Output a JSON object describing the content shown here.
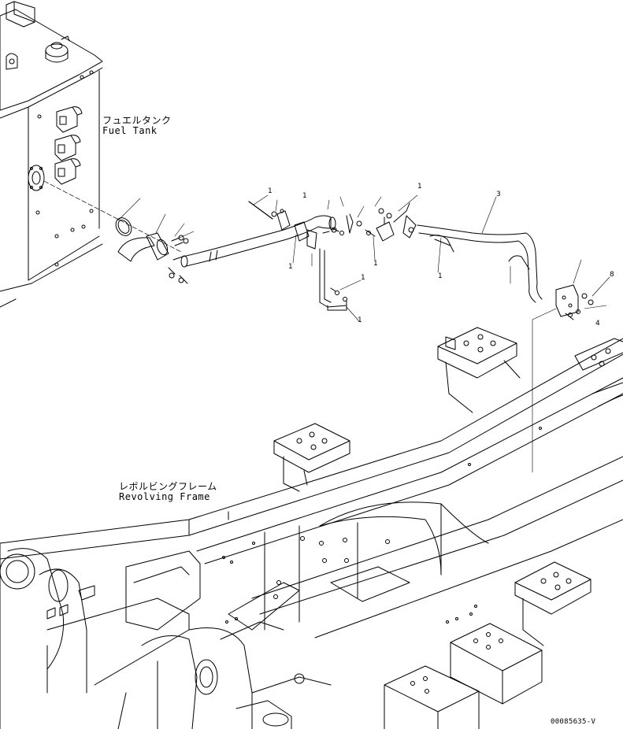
{
  "labels": {
    "fuel_tank_jp": "フュエルタンク",
    "fuel_tank_en": "Fuel Tank",
    "frame_jp": "レボルビングフレーム",
    "frame_en": "Revolving Frame",
    "drawing_number": "00085635-V"
  },
  "callouts": [
    "1",
    "1",
    "1",
    "1",
    "1",
    "1",
    "1",
    "1",
    "3",
    "8",
    "4"
  ],
  "colors": {
    "line": "#000000",
    "background": "#ffffff"
  }
}
